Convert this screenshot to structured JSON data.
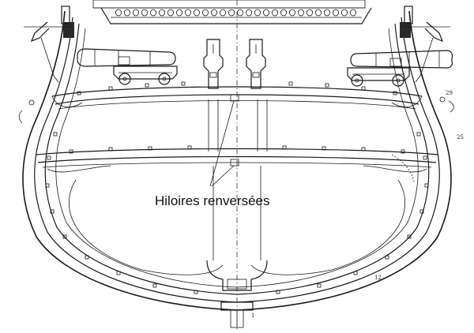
{
  "annotation": {
    "label": "Hiloires renversées"
  },
  "frame_numbers": {
    "n29": "29",
    "n25": "25",
    "n12": "12",
    "n1": "1"
  }
}
